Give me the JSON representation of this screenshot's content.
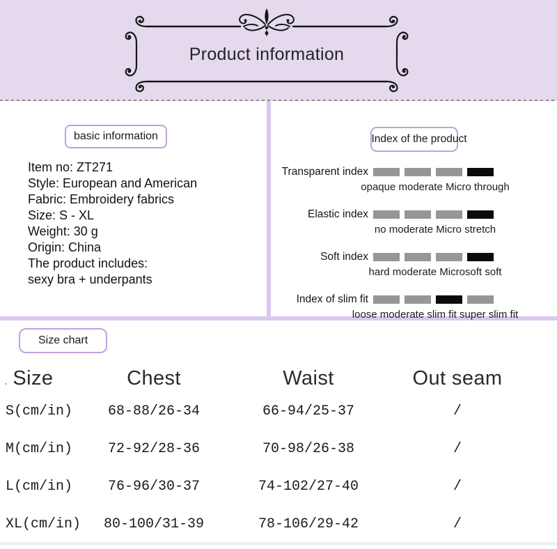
{
  "colors": {
    "header_bg": "#e4d9ed",
    "accent": "#bfa2dd",
    "divider": "#d9c8ee",
    "bar_gray": "#969696",
    "bar_black": "#0b0b0b",
    "frame_ink": "#161616"
  },
  "header": {
    "title": "Product information"
  },
  "basic_info": {
    "label": "basic information",
    "lines": [
      "Item no: ZT271",
      "Style: European and American",
      "Fabric: Embroidery fabrics",
      "Size: S - XL",
      "Weight: 30 g",
      "Origin: China",
      "The product includes:",
      "sexy bra + underpants"
    ]
  },
  "index_panel": {
    "label": "Index of the product",
    "rows": [
      {
        "name": "Transparent index",
        "scale": "opaque moderate Micro through",
        "levels": [
          "gray",
          "gray",
          "gray",
          "black"
        ]
      },
      {
        "name": "Elastic index",
        "scale": "no moderate Micro stretch",
        "levels": [
          "gray",
          "gray",
          "gray",
          "black"
        ]
      },
      {
        "name": "Soft index",
        "scale": "hard moderate Microsoft soft",
        "levels": [
          "gray",
          "gray",
          "gray",
          "black"
        ]
      },
      {
        "name": "Index of slim fit",
        "scale": "loose moderate slim fit super slim fit",
        "levels": [
          "gray",
          "gray",
          "black",
          "gray"
        ]
      }
    ]
  },
  "size_chart": {
    "label": "Size chart",
    "leading_mark": ".",
    "columns": [
      "Size",
      "Chest",
      "Waist",
      "Out seam"
    ],
    "rows": [
      {
        "size": "S(cm/in)",
        "chest": "68-88/26-34",
        "waist": "66-94/25-37",
        "out_seam": "/"
      },
      {
        "size": "M(cm/in)",
        "chest": "72-92/28-36",
        "waist": "70-98/26-38",
        "out_seam": "/"
      },
      {
        "size": "L(cm/in)",
        "chest": "76-96/30-37",
        "waist": "74-102/27-40",
        "out_seam": "/"
      },
      {
        "size": "XL(cm/in)",
        "chest": "80-100/31-39",
        "waist": "78-106/29-42",
        "out_seam": "/"
      }
    ]
  }
}
